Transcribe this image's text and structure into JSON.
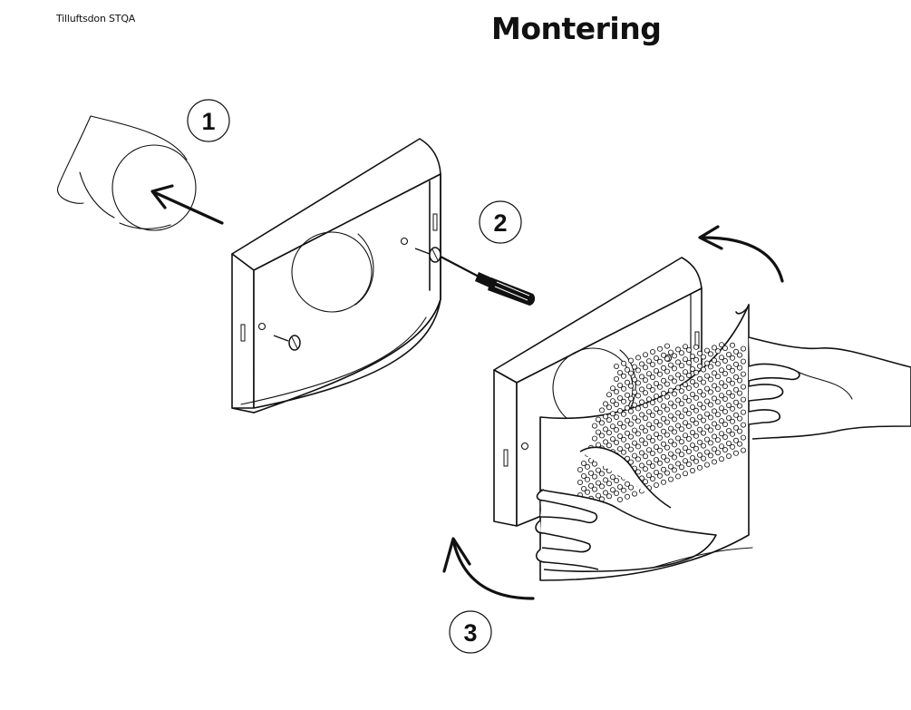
{
  "header": {
    "product_label": "Tilluftsdon STQA",
    "title": "Montering"
  },
  "steps": [
    {
      "number": "1"
    },
    {
      "number": "2"
    },
    {
      "number": "3"
    }
  ]
}
